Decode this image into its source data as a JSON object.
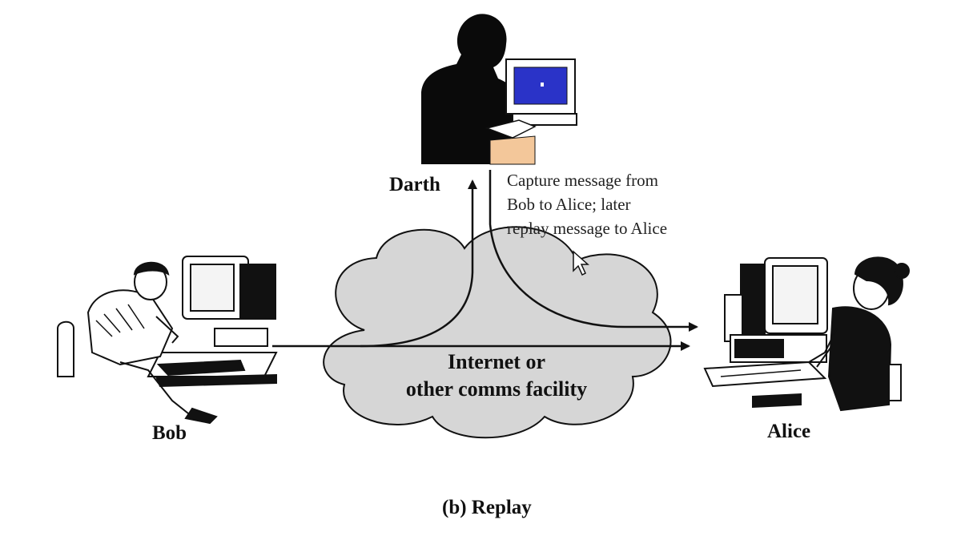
{
  "figure": {
    "caption": "(b) Replay",
    "cloud_label_line1": "Internet or",
    "cloud_label_line2": "other comms facility",
    "annotation_line1": "Capture message from",
    "annotation_line2": "Bob to Alice; later",
    "annotation_line3": "replay message to Alice",
    "actors": {
      "attacker": "Darth",
      "sender": "Bob",
      "receiver": "Alice"
    }
  },
  "colors": {
    "cloud_fill": "#d6d6d6",
    "line": "#111111",
    "darth_screen": "#2a33c8",
    "desk": "#f3c79a"
  }
}
